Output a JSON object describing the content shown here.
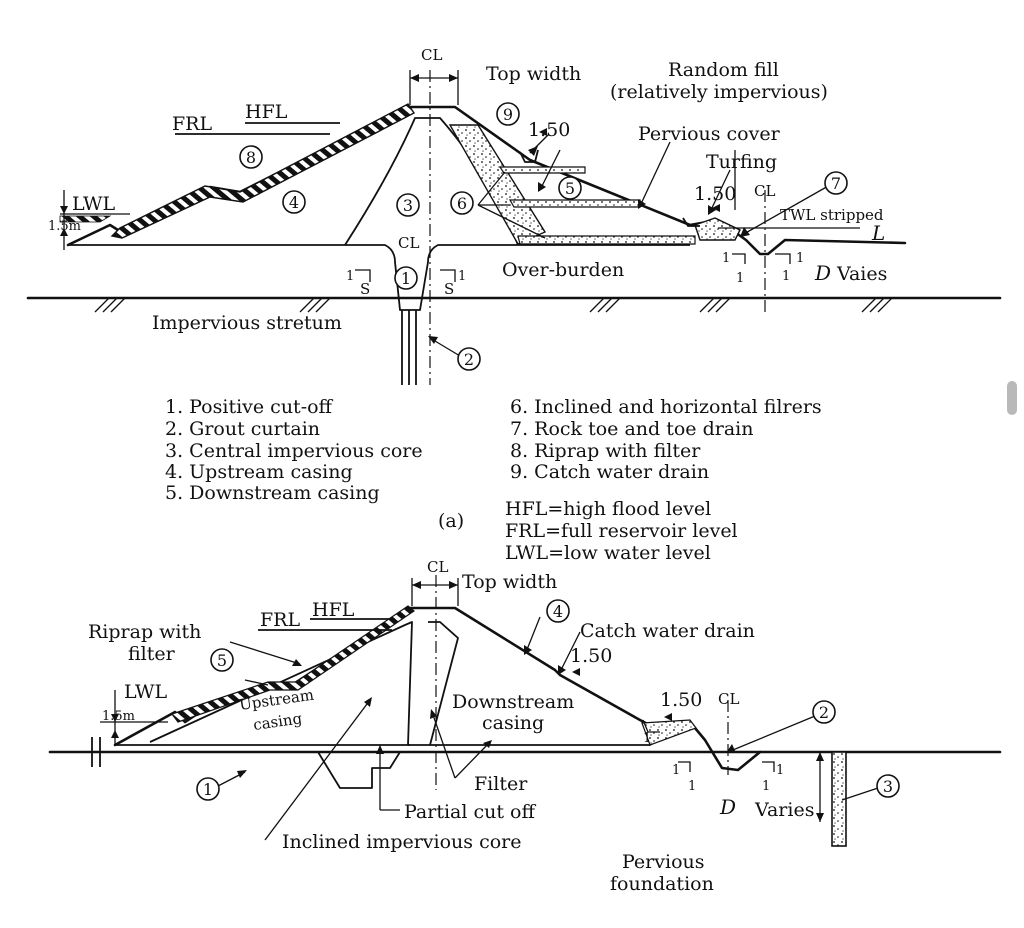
{
  "figure_a": {
    "labels": {
      "top_width": "Top width",
      "random_fill_1": "Random fill",
      "random_fill_2": "(relatively impervious)",
      "pervious_cover": "Pervious cover",
      "turfing": "Turfing",
      "frl": "FRL",
      "hfl": "HFL",
      "lwl": "LWL",
      "depth": "1.5m",
      "slope_1": "1.50",
      "slope_2": "1.50",
      "twl": "TWL stripped",
      "l_mark": "L",
      "overburden": "Over-burden",
      "d_mark": "D",
      "varies": "Vaies",
      "impervious_stratum": "Impervious stretum",
      "s": "S",
      "one": "1",
      "cl": "CL",
      "caption": "(a)"
    },
    "callouts": [
      "1",
      "2",
      "3",
      "4",
      "5",
      "6",
      "7",
      "8",
      "9"
    ],
    "legend_left": [
      "1. Positive cut-off",
      "2. Grout curtain",
      "3. Central impervious core",
      "4. Upstream casing",
      "5. Downstream casing"
    ],
    "legend_right": [
      "6. Inclined and horizontal filrers",
      "7. Rock toe and toe drain",
      "8. Riprap with  filter",
      "9. Catch water drain"
    ],
    "abbreviations": [
      "HFL=high flood level",
      "FRL=full reservoir level",
      "LWL=low water level"
    ]
  },
  "figure_b": {
    "labels": {
      "top_width": "Top width",
      "frl": "FRL",
      "hfl": "HFL",
      "riprap_1": "Riprap with",
      "riprap_2": "filter",
      "lwl": "LWL",
      "depth": "1.5m",
      "upstream_1": "Upstream",
      "upstream_2": "casing",
      "downstream_1": "Downstream",
      "downstream_2": "casing",
      "catch_water": "Catch water drain",
      "slope_1": "1.50",
      "slope_2": "1.50",
      "filter": "Filter",
      "partial_cutoff": "Partial cut off",
      "inclined_core": "Inclined impervious core",
      "pervious_1": "Pervious",
      "pervious_2": "foundation",
      "d_mark": "D",
      "varies": "Varies",
      "one": "1",
      "cl": "CL"
    },
    "callouts": [
      "1",
      "2",
      "3",
      "4",
      "5"
    ]
  }
}
